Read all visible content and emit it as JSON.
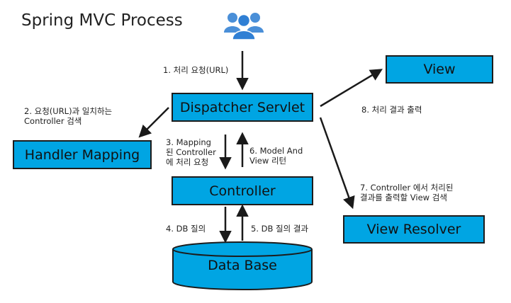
{
  "title": "Spring MVC Process",
  "colors": {
    "box_fill": "#00a5e3",
    "border": "#1c1c1c",
    "arrow": "#1a1a1a"
  },
  "icons": {
    "users": "users-icon"
  },
  "components": {
    "dispatcher_servlet": "Dispatcher Servlet",
    "handler_mapping": "Handler Mapping",
    "controller": "Controller",
    "data_base": "Data Base",
    "view": "View",
    "view_resolver": "View Resolver"
  },
  "steps": {
    "step1": "1. 처리 요청(URL)",
    "step2": "2. 요청(URL)과 일치하는\nController 검색",
    "step3": "3. Mapping\n된 Controller\n에 처리 요청",
    "step4": "4. DB 질의",
    "step5": "5. DB 질의 결과",
    "step6": "6. Model And\nView 리턴",
    "step7": "7. Controller 에서 처리된\n결과를 출력할 View 검색",
    "step8": "8. 처리 결과 출력"
  }
}
